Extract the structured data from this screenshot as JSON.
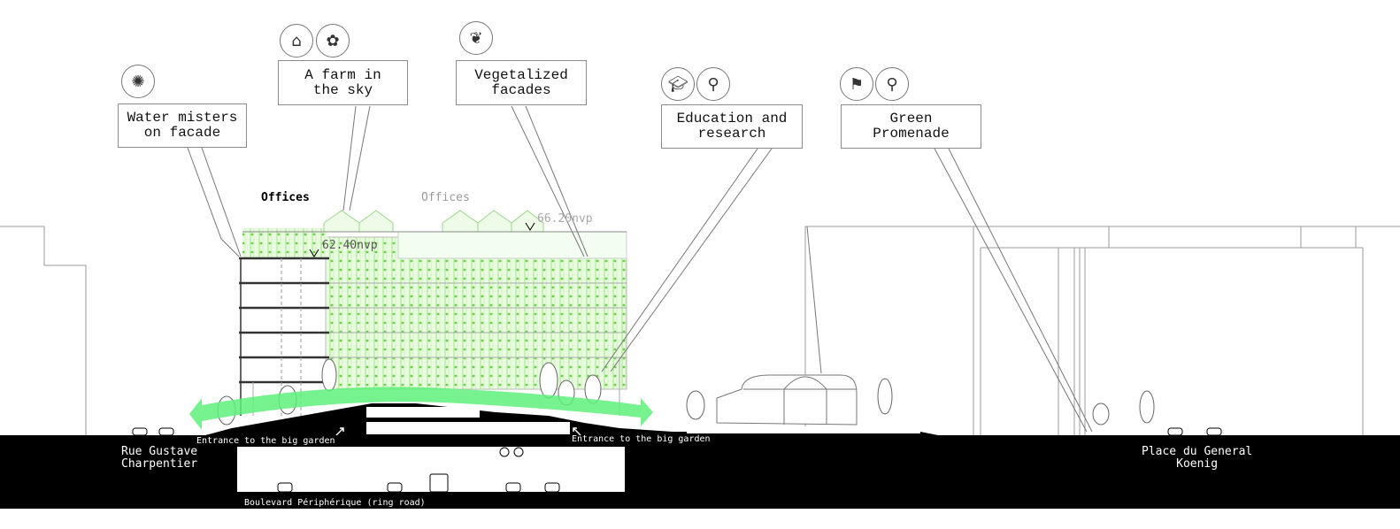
{
  "callouts": {
    "water_misters": "Water misters\non facade",
    "farm_sky": "A farm in\nthe sky",
    "vegetalized": "Vegetalized\nfacades",
    "education": "Education and\nresearch",
    "promenade": "Green\nPromenade"
  },
  "icons": {
    "water_misters": [
      "mister-icon"
    ],
    "farm_sky": [
      "greenhouse-icon",
      "flower-icon"
    ],
    "vegetalized": [
      "leaf-icon"
    ],
    "education": [
      "graduation-cap-icon",
      "people-icon"
    ],
    "promenade": [
      "runner-icon",
      "people-icon"
    ]
  },
  "building": {
    "offices_left": "Offices",
    "offices_right": "Offices",
    "level_low": "62.40nvp",
    "level_high": "66.20nvp"
  },
  "ground": {
    "rue_left": "Rue Gustave\nCharpentier",
    "place_right": "Place du General\nKoenig",
    "entrance_left": "Entrance to the big garden",
    "entrance_right": "Entrance to the big garden",
    "ring_road": "Boulevard Périphérique (ring road)"
  },
  "colors": {
    "accent_green": "#5ef07a",
    "ground": "#000000",
    "line": "#8c8c8c"
  }
}
